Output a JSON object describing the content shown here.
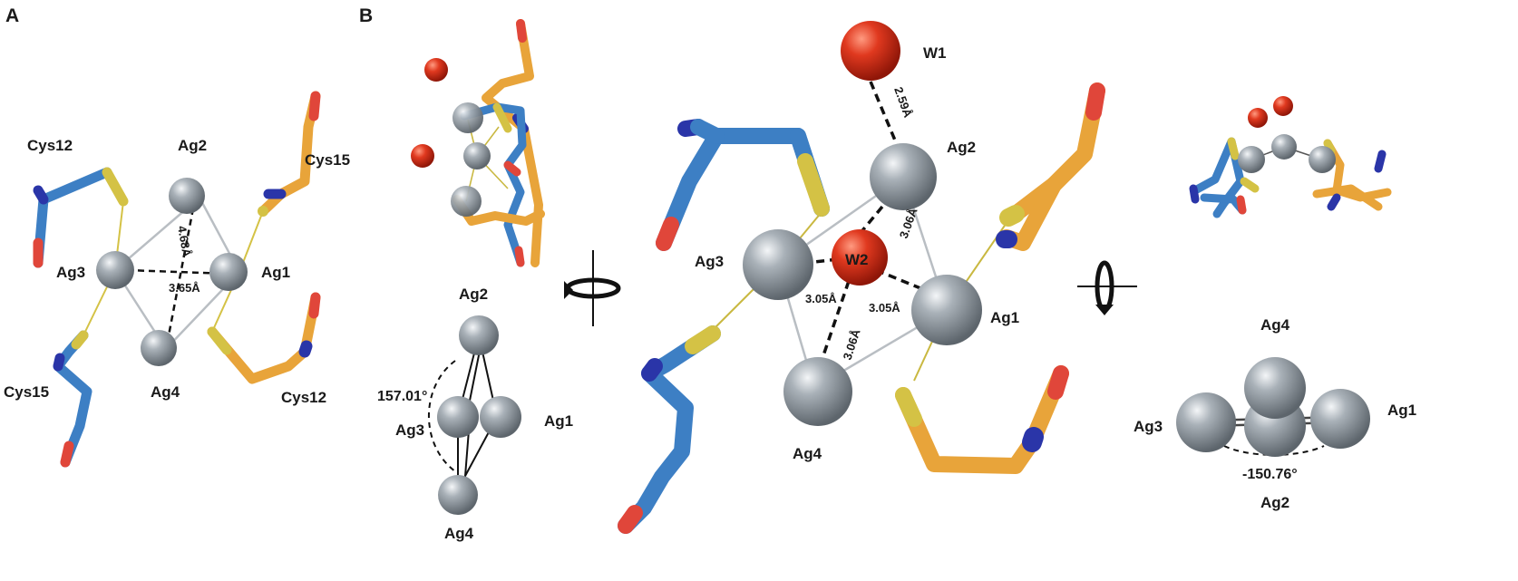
{
  "panel_a": {
    "letter": "A",
    "labels": {
      "cys12_top": "Cys12",
      "ag2": "Ag2",
      "cys15_top": "Cys15",
      "ag3": "Ag3",
      "ag1": "Ag1",
      "cys15_bottom": "Cys15",
      "ag4": "Ag4",
      "cys12_bottom": "Cys12"
    },
    "distances": {
      "d1": "4.68Å",
      "d2": "3.65Å"
    }
  },
  "panel_b": {
    "letter": "B",
    "left": {
      "ag2": "Ag2",
      "angle": "157.01°",
      "ag3": "Ag3",
      "ag1": "Ag1",
      "ag4": "Ag4"
    },
    "center": {
      "w1": "W1",
      "ag2": "Ag2",
      "ag3": "Ag3",
      "w2": "W2",
      "ag1": "Ag1",
      "ag4": "Ag4",
      "distances": {
        "w1_ag2": "2.59Å",
        "w2_ag2": "3.06Å",
        "w2_ag3": "3.05Å",
        "w2_ag1": "3.05Å",
        "w2_ag4": "3.06Å"
      }
    },
    "right": {
      "ag4": "Ag4",
      "ag3": "Ag3",
      "ag1": "Ag1",
      "angle": "-150.76°",
      "ag2": "Ag2"
    }
  },
  "colors": {
    "blue_stick": "#3d7fc4",
    "orange_stick": "#e8a43a",
    "sulfur": "#d4c245",
    "nitrogen": "#2a35a8",
    "oxygen": "#e0463a",
    "silver": "#9aa2aa",
    "water": "#d8301c"
  }
}
